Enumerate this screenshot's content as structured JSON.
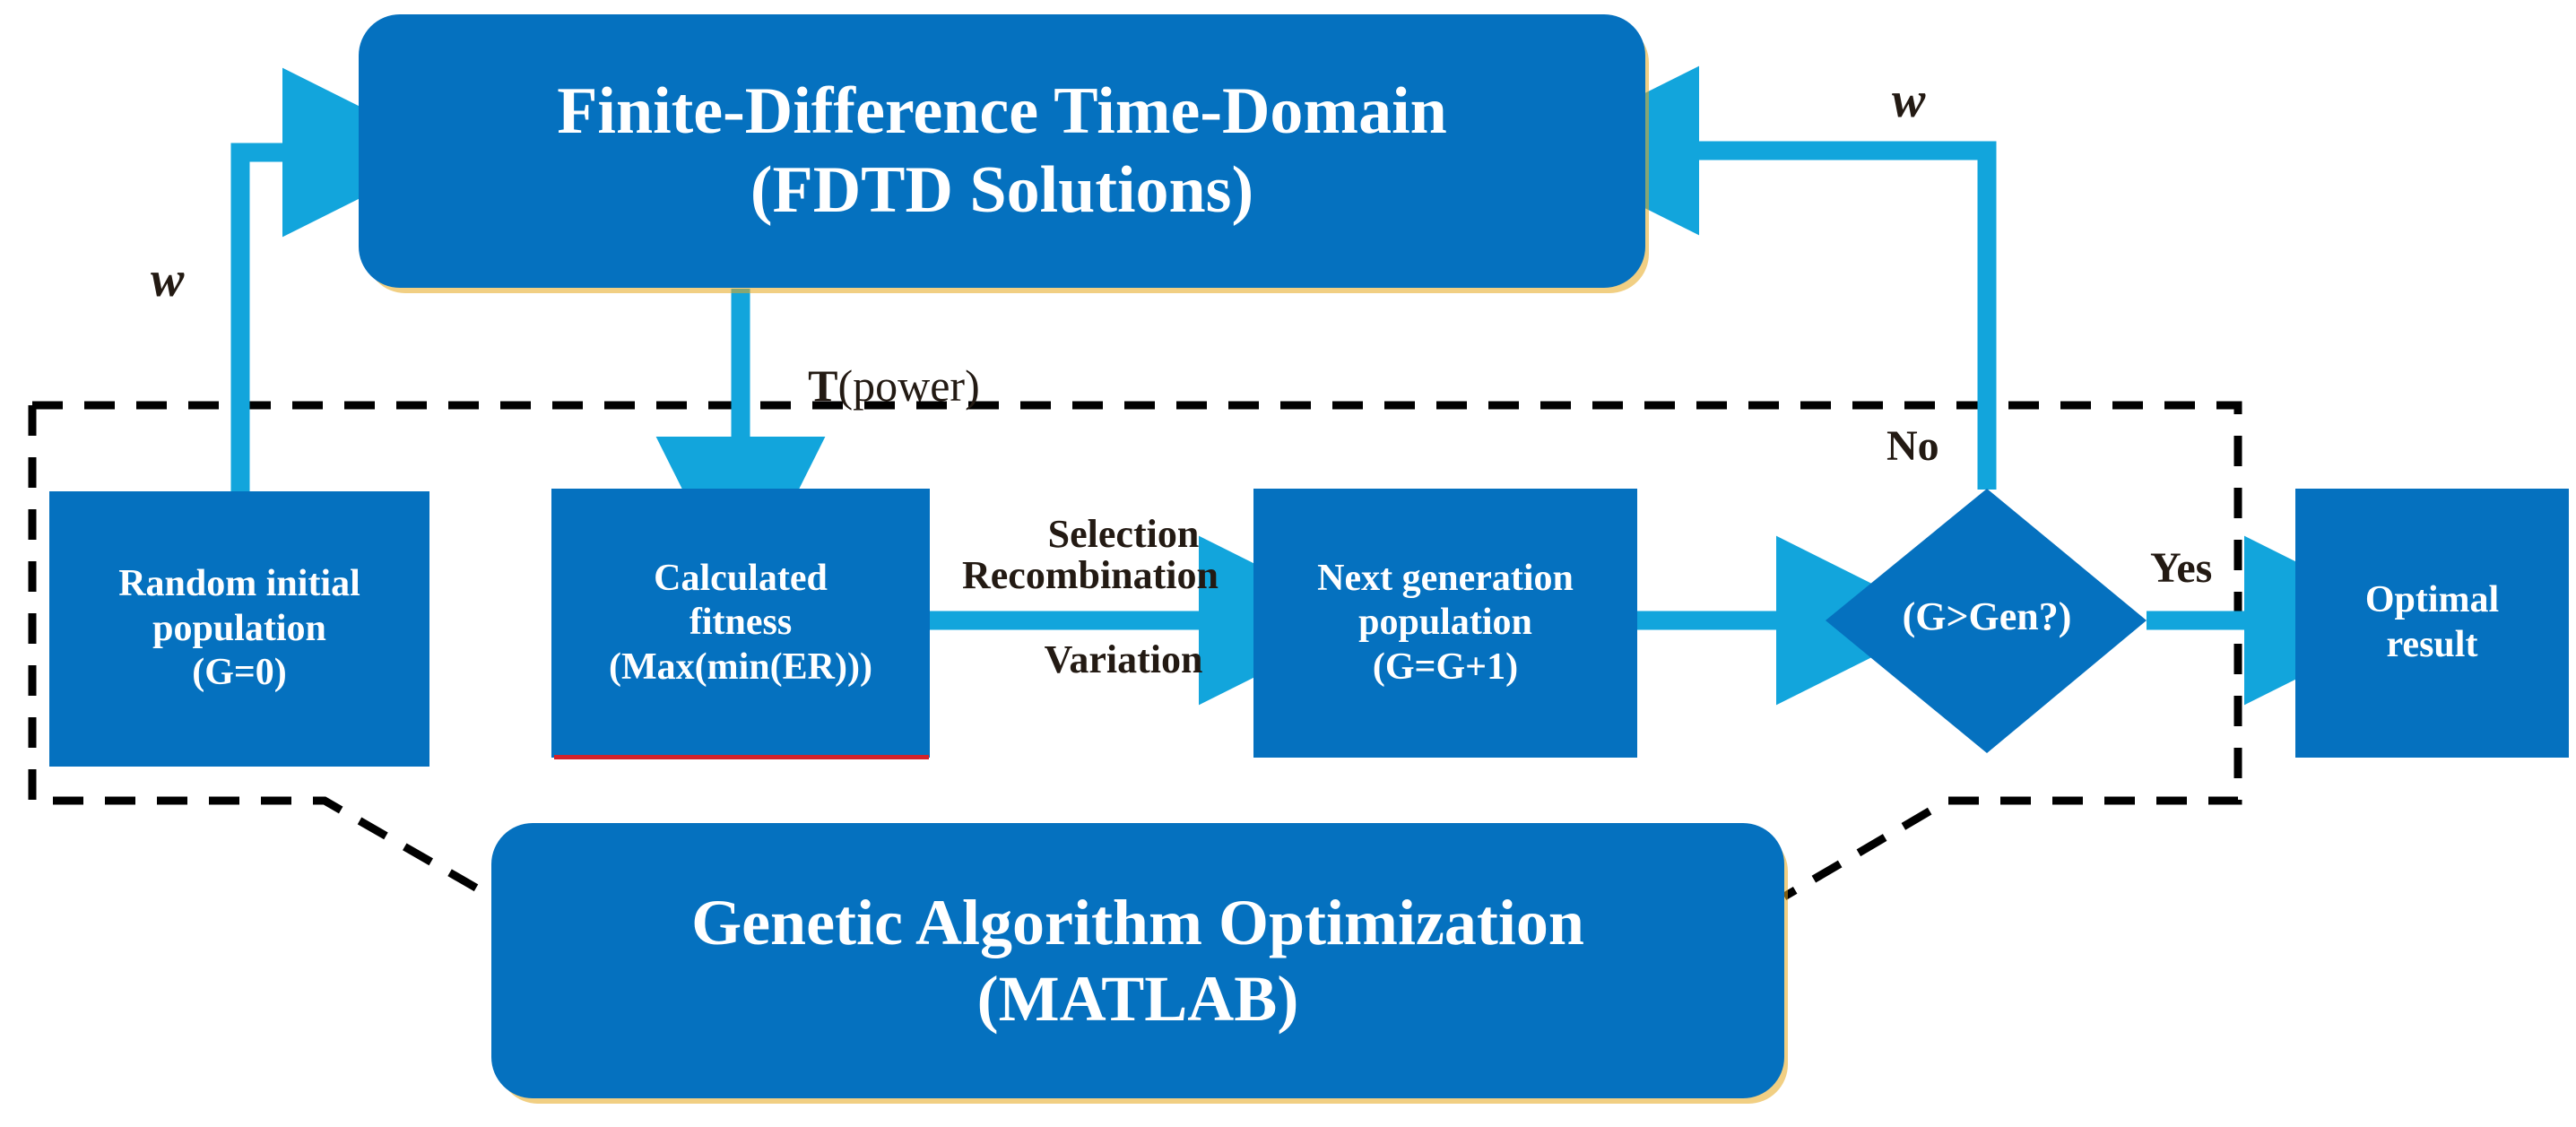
{
  "diagram": {
    "title_flow": "Genetic algorithm optimization loop coupled with FDTD solver",
    "colors": {
      "node_blue": "#0571bf",
      "arrow_blue": "#12a5dc",
      "text_dark": "#231a13",
      "accent_red": "#d3222a",
      "shadow_gold": "#e6a81e",
      "background": "#ffffff"
    }
  },
  "nodes": {
    "fdtd": {
      "line1": "Finite-Difference Time-Domain",
      "line2": "(FDTD Solutions)",
      "shape": "rounded-rectangle"
    },
    "random_init": {
      "line1": "Random initial",
      "line2": "population",
      "line3": "(G=0)",
      "shape": "rectangle"
    },
    "calculated_fitness": {
      "line1": "Calculated",
      "line2": "fitness",
      "line3": "(Max(min(ER)))",
      "shape": "rectangle"
    },
    "next_generation": {
      "line1": "Next generation",
      "line2": "population",
      "line3": "(G=G+1)",
      "shape": "rectangle"
    },
    "decision": {
      "label": "(G>Gen?)",
      "shape": "diamond"
    },
    "optimal_result": {
      "line1": "Optimal",
      "line2": "result",
      "shape": "rectangle"
    },
    "ga_container": {
      "line1": "Genetic Algorithm Optimization",
      "line2": "(MATLAB)",
      "shape": "rounded-rectangle"
    }
  },
  "edge_labels": {
    "w_left": "w",
    "w_right": "w",
    "t_power_bold": "T",
    "t_power_rest": "(power)",
    "selection": "Selection",
    "recombination": "Recombination",
    "variation": "Variation",
    "no": "No",
    "yes": "Yes"
  },
  "regions": {
    "dashed_boundary_name": "Genetic Algorithm Optimization region"
  }
}
